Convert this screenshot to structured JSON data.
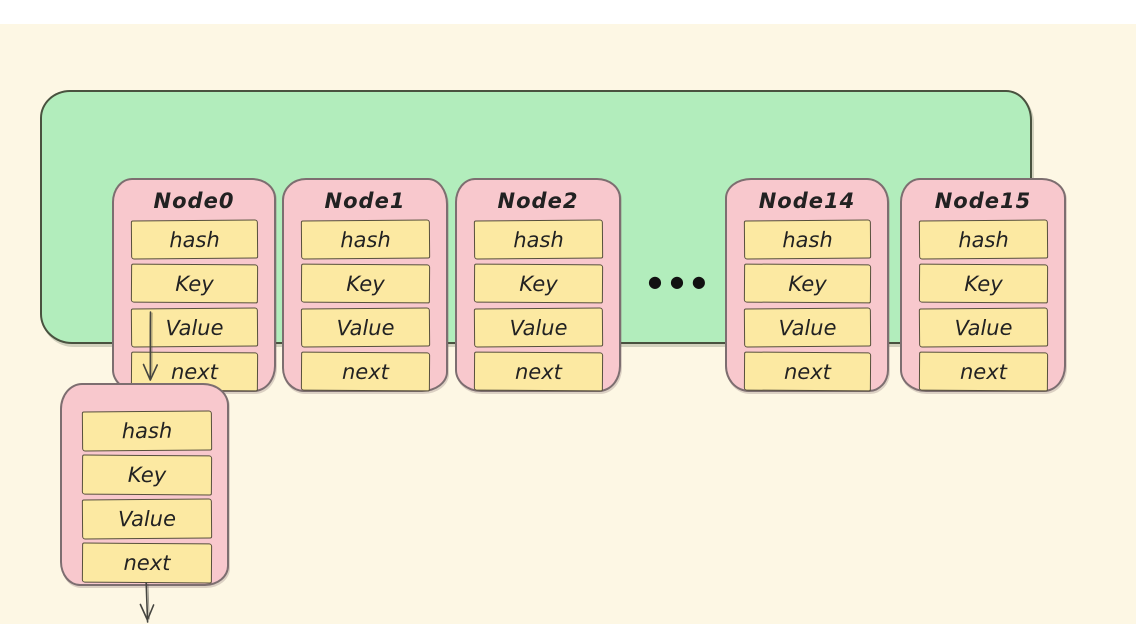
{
  "colors": {
    "background_top": "#ffffff",
    "background": "#fdf7e4",
    "bucket_fill": "#b2edbc",
    "bucket_stroke": "#49523f",
    "node_fill": "#f8c8cd",
    "node_stroke": "#7d6e70",
    "field_fill": "#fce9a2",
    "field_stroke": "#57503c",
    "text": "#222222",
    "arrow": "#454540"
  },
  "bucket_array": {
    "nodes": [
      {
        "label": "Node0",
        "fields": [
          "hash",
          "Key",
          "Value",
          "next"
        ]
      },
      {
        "label": "Node1",
        "fields": [
          "hash",
          "Key",
          "Value",
          "next"
        ]
      },
      {
        "label": "Node2",
        "fields": [
          "hash",
          "Key",
          "Value",
          "next"
        ]
      },
      {
        "label": "Node14",
        "fields": [
          "hash",
          "Key",
          "Value",
          "next"
        ]
      },
      {
        "label": "Node15",
        "fields": [
          "hash",
          "Key",
          "Value",
          "next"
        ]
      }
    ],
    "ellipsis": "●●●"
  },
  "chained_node": {
    "fields": [
      "hash",
      "Key",
      "Value",
      "next"
    ]
  }
}
